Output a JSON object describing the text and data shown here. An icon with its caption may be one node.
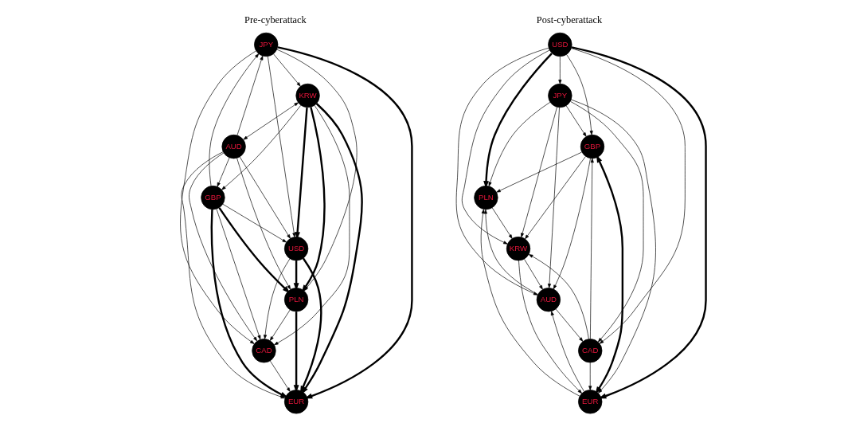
{
  "diagram": {
    "nodes": [
      {
        "text": [
          "JPY"
        ]
      },
      {
        "text": [
          "PLN"
        ]
      },
      {
        "text": [
          "KRW"
        ]
      },
      {
        "text": [
          "CAD"
        ]
      },
      {
        "text": [
          "USD"
        ]
      },
      {
        "text": [
          "AUD"
        ]
      },
      {
        "text": [
          "GBP"
        ]
      },
      {
        "text": [
          "EUR"
        ]
      },
      {
        "text": [
          "GBP"
        ]
      },
      {
        "text": [
          "PLN"
        ]
      },
      {
        "text": [
          "JPY"
        ]
      },
      {
        "text": [
          "AUD"
        ]
      },
      {
        "text": [
          "CAD"
        ]
      },
      {
        "text": [
          "USD"
        ]
      },
      {
        "text": [
          "EUR"
        ]
      },
      {
        "text": [
          "KRW"
        ]
      }
    ],
    "edges": [
      {
        "from": 0,
        "to": 1,
        "arrow": "to"
      },
      {
        "from": 0,
        "to": 2,
        "arrow": "to"
      },
      {
        "from": 0,
        "to": 3,
        "arrow": "to"
      },
      {
        "from": 0,
        "to": 4,
        "arrow": "to"
      },
      {
        "from": 0,
        "to": 7,
        "arrow": "to",
        "style": "thick"
      },
      {
        "from": 6,
        "to": 0,
        "arrow": "to"
      },
      {
        "from": 5,
        "to": 0,
        "arrow": "to"
      },
      {
        "from": 2,
        "to": 1,
        "arrow": "to",
        "style": "thick"
      },
      {
        "from": 1,
        "to": 3,
        "arrow": "to"
      },
      {
        "from": 4,
        "to": 1,
        "arrow": "to",
        "style": "thick"
      },
      {
        "from": 6,
        "to": 1,
        "arrow": "to",
        "style": "thick"
      },
      {
        "from": 1,
        "to": 7,
        "arrow": "to",
        "style": "thick"
      },
      {
        "from": 5,
        "to": 1,
        "arrow": "to"
      },
      {
        "from": 2,
        "to": 3,
        "arrow": "to"
      },
      {
        "from": 2,
        "to": 4,
        "arrow": "to",
        "style": "thick"
      },
      {
        "from": 2,
        "to": 7,
        "arrow": "to",
        "style": "thick"
      },
      {
        "from": 2,
        "to": 5,
        "arrow": "both"
      },
      {
        "from": 2,
        "to": 6,
        "arrow": "to"
      },
      {
        "from": 4,
        "to": 3,
        "arrow": "to"
      },
      {
        "from": 5,
        "to": 3,
        "arrow": "to"
      },
      {
        "from": 6,
        "to": 3,
        "arrow": "to"
      },
      {
        "from": 3,
        "to": 7,
        "arrow": "to"
      },
      {
        "from": 4,
        "to": 7,
        "arrow": "to",
        "style": "thick"
      },
      {
        "from": 6,
        "to": 4,
        "arrow": "to"
      },
      {
        "from": 5,
        "to": 4,
        "arrow": "to"
      },
      {
        "from": 5,
        "to": 6,
        "arrow": "to"
      },
      {
        "from": 5,
        "to": 7,
        "arrow": "to"
      },
      {
        "from": 6,
        "to": 7,
        "arrow": "to",
        "style": "thick"
      },
      {
        "from": 8,
        "to": 9,
        "arrow": "to"
      },
      {
        "from": 10,
        "to": 8,
        "arrow": "to"
      },
      {
        "from": 8,
        "to": 11,
        "arrow": "to"
      },
      {
        "from": 12,
        "to": 8,
        "arrow": "to"
      },
      {
        "from": 13,
        "to": 8,
        "arrow": "to"
      },
      {
        "from": 8,
        "to": 14,
        "arrow": "both",
        "style": "thick"
      },
      {
        "from": 8,
        "to": 15,
        "arrow": "to"
      },
      {
        "from": 10,
        "to": 9,
        "arrow": "to"
      },
      {
        "from": 13,
        "to": 9,
        "arrow": "to",
        "style": "thick"
      },
      {
        "from": 11,
        "to": 9,
        "arrow": "to"
      },
      {
        "from": 14,
        "to": 9,
        "arrow": "to"
      },
      {
        "from": 9,
        "to": 15,
        "arrow": "to"
      },
      {
        "from": 10,
        "to": 11,
        "arrow": "to"
      },
      {
        "from": 10,
        "to": 12,
        "arrow": "to"
      },
      {
        "from": 13,
        "to": 10,
        "arrow": "to"
      },
      {
        "from": 10,
        "to": 14,
        "arrow": "to"
      },
      {
        "from": 10,
        "to": 15,
        "arrow": "to"
      },
      {
        "from": 11,
        "to": 12,
        "arrow": "to"
      },
      {
        "from": 13,
        "to": 11,
        "arrow": "to"
      },
      {
        "from": 14,
        "to": 11,
        "arrow": "to"
      },
      {
        "from": 15,
        "to": 11,
        "arrow": "to"
      },
      {
        "from": 13,
        "to": 12,
        "arrow": "to"
      },
      {
        "from": 12,
        "to": 14,
        "arrow": "to"
      },
      {
        "from": 12,
        "to": 15,
        "arrow": "to"
      },
      {
        "from": 13,
        "to": 14,
        "arrow": "to",
        "style": "thick"
      },
      {
        "from": 13,
        "to": 15,
        "arrow": "to"
      },
      {
        "from": 15,
        "to": 14,
        "arrow": "to"
      }
    ],
    "labels": [
      "Pre-cyberattack",
      "Post-cyberattack"
    ]
  }
}
